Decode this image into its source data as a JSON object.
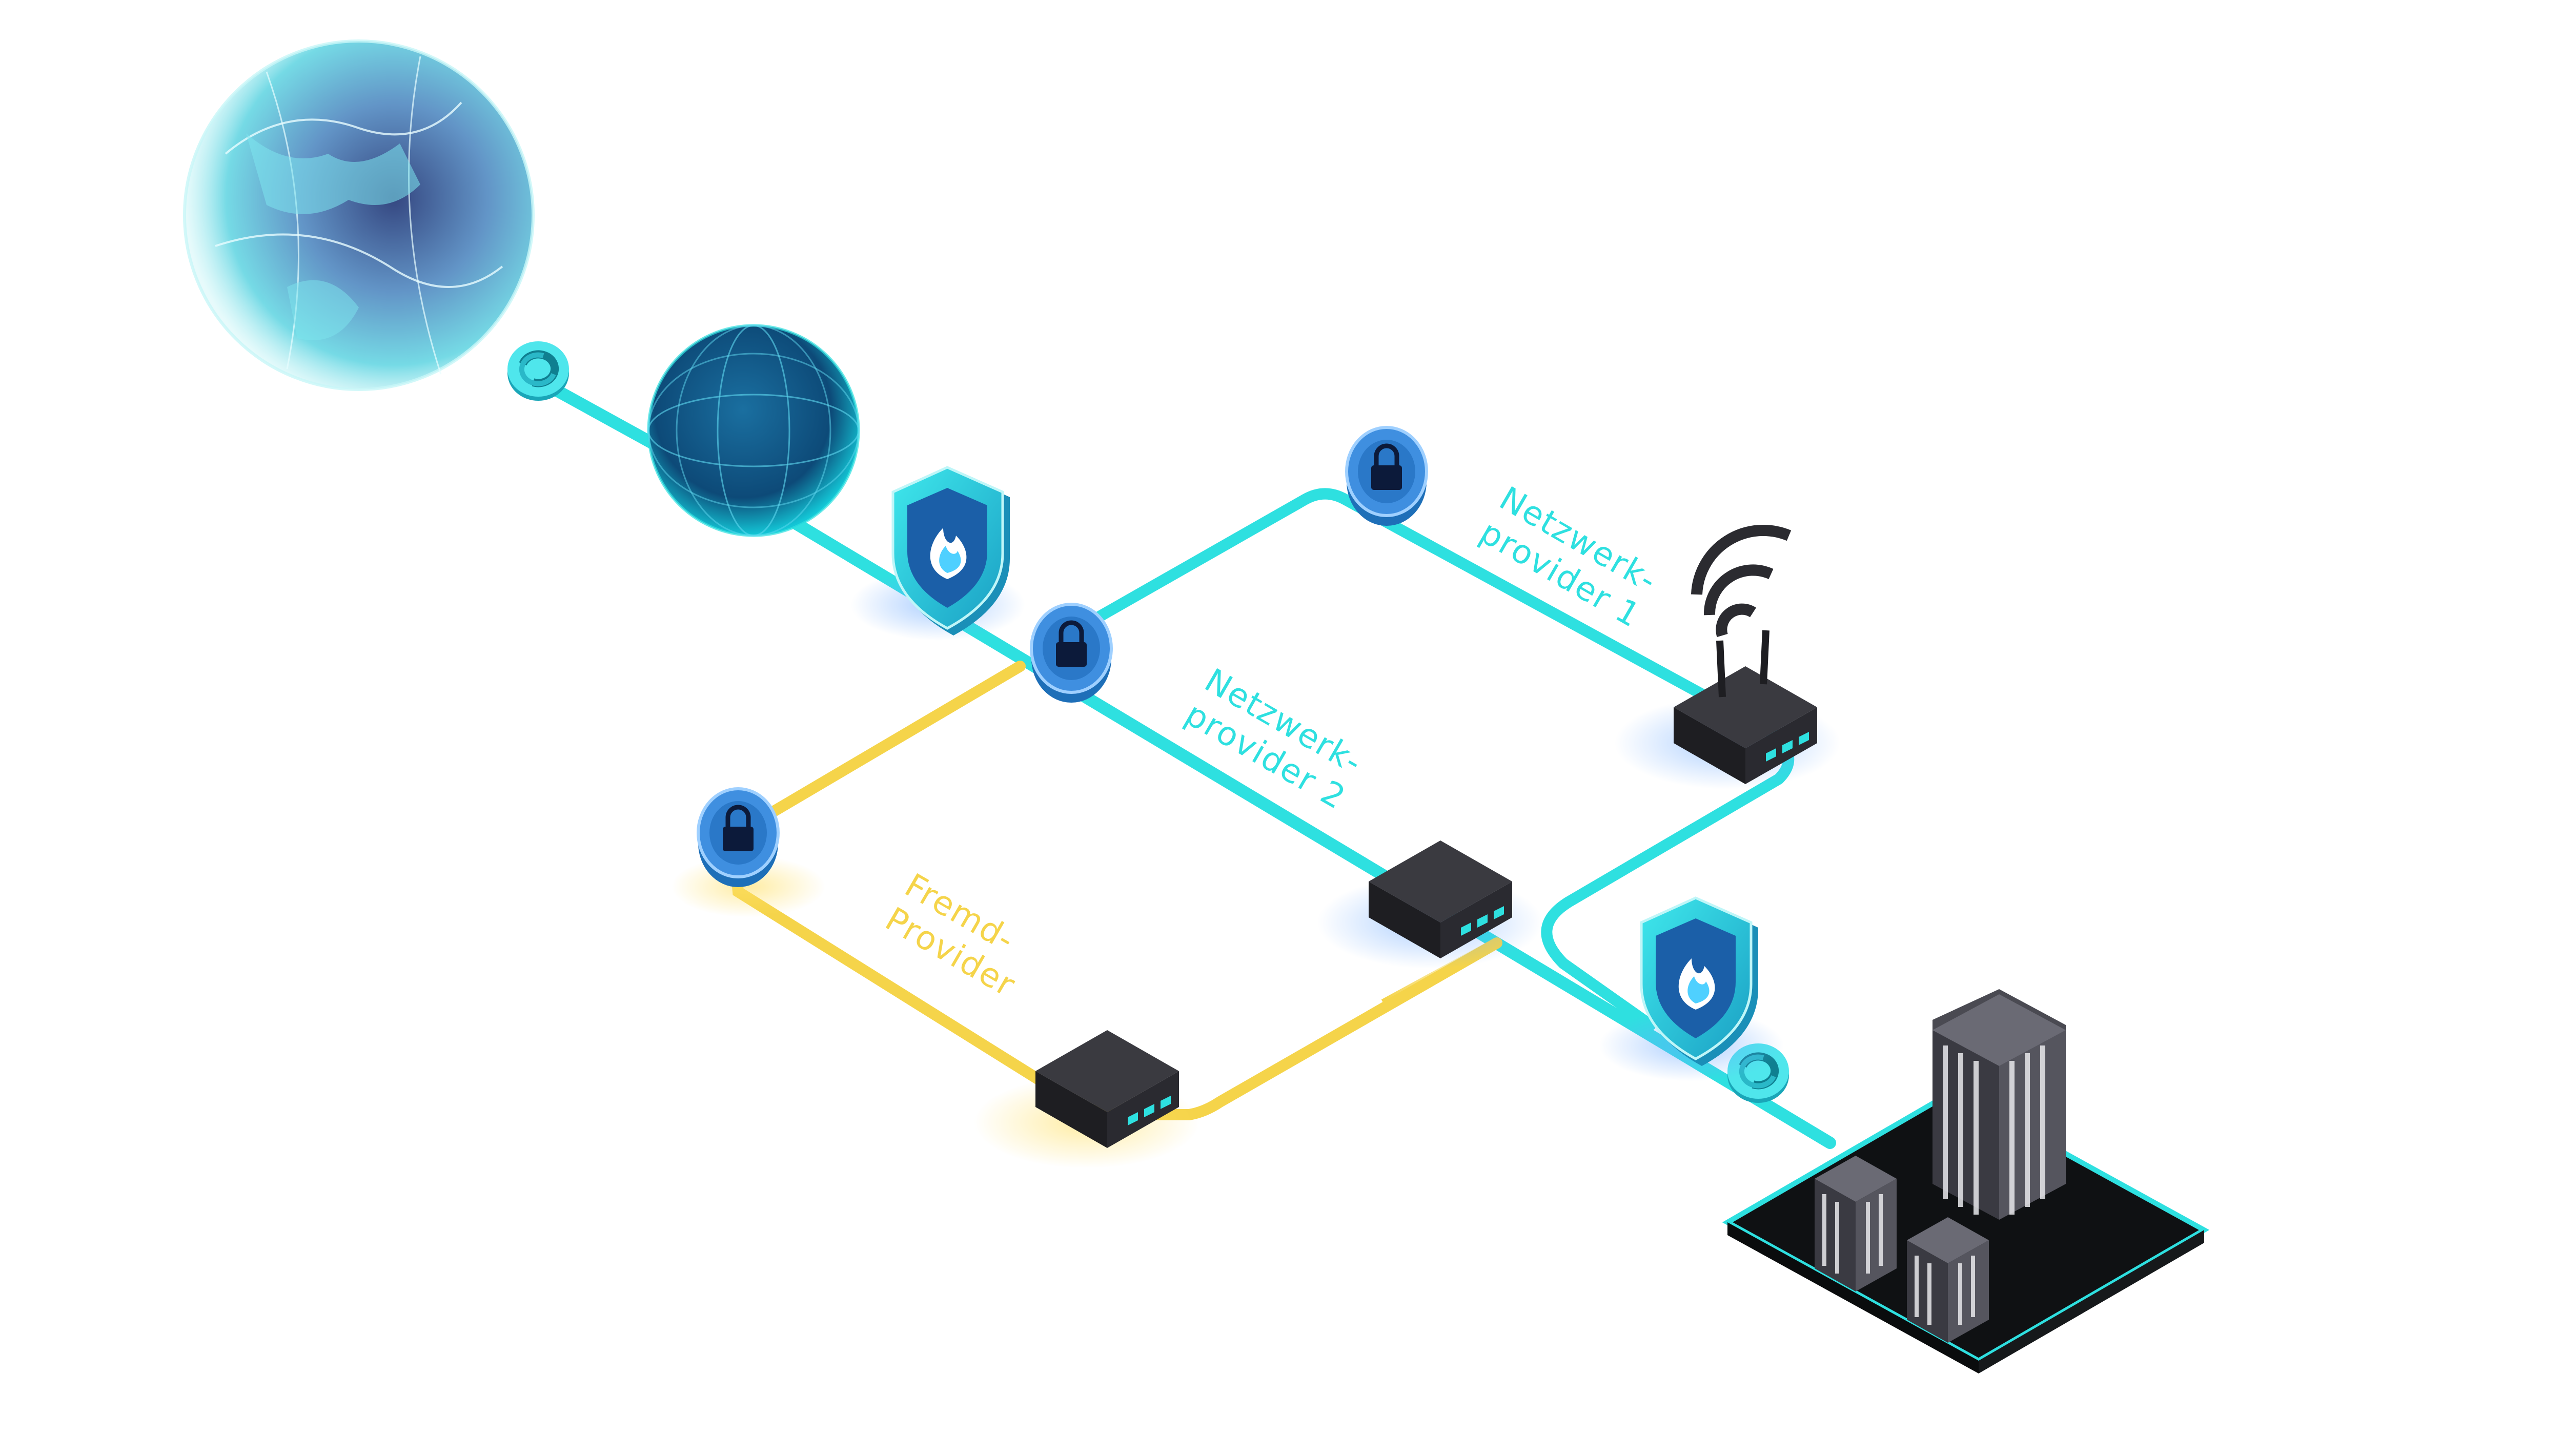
{
  "colors": {
    "cyan": "#2ee0e0",
    "yellow": "#f5d44a",
    "blue": "#2a7fd6",
    "dark": "#2b2b30",
    "ground": "#0f1113"
  },
  "icons": [
    "globe-icon",
    "sphere-icon",
    "connector-icon",
    "firewall-shield-icon",
    "lock-icon",
    "router-icon",
    "wifi-router-icon",
    "buildings-icon"
  ],
  "labels": {
    "provider1": {
      "line1": "Netzwerk-",
      "line2": "provider 1"
    },
    "provider2": {
      "line1": "Netzwerk-",
      "line2": "provider 2"
    },
    "fremd": {
      "line1": "Fremd-",
      "line2": "Provider"
    }
  }
}
